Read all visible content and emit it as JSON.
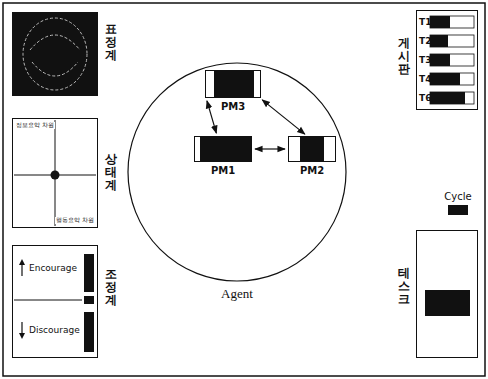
{
  "diagram": {
    "nodes": [
      {
        "text": [
          "표정계"
        ]
      },
      {
        "text": [
          "상태계",
          "정보요약 차원",
          "행동요약 차원"
        ]
      },
      {
        "text": [
          "조정계",
          "Encourage",
          "Discourage"
        ]
      },
      {
        "text": [
          "Agent"
        ]
      },
      {
        "text": [
          "PM3"
        ],
        "in": 3
      },
      {
        "text": [
          "PM1"
        ],
        "in": 3
      },
      {
        "text": [
          "PM2"
        ],
        "in": 3
      },
      {
        "text": [
          "게시판",
          "T1",
          "T2",
          "T3",
          "T4",
          "T6"
        ]
      },
      {
        "text": [
          "Cycle"
        ]
      },
      {
        "text": [
          "테스크"
        ]
      }
    ],
    "edges": [
      {
        "from": 4,
        "to": 5,
        "arrow": "both"
      },
      {
        "from": 4,
        "to": 6,
        "arrow": "both"
      },
      {
        "from": 5,
        "to": 6,
        "arrow": "both"
      }
    ]
  }
}
